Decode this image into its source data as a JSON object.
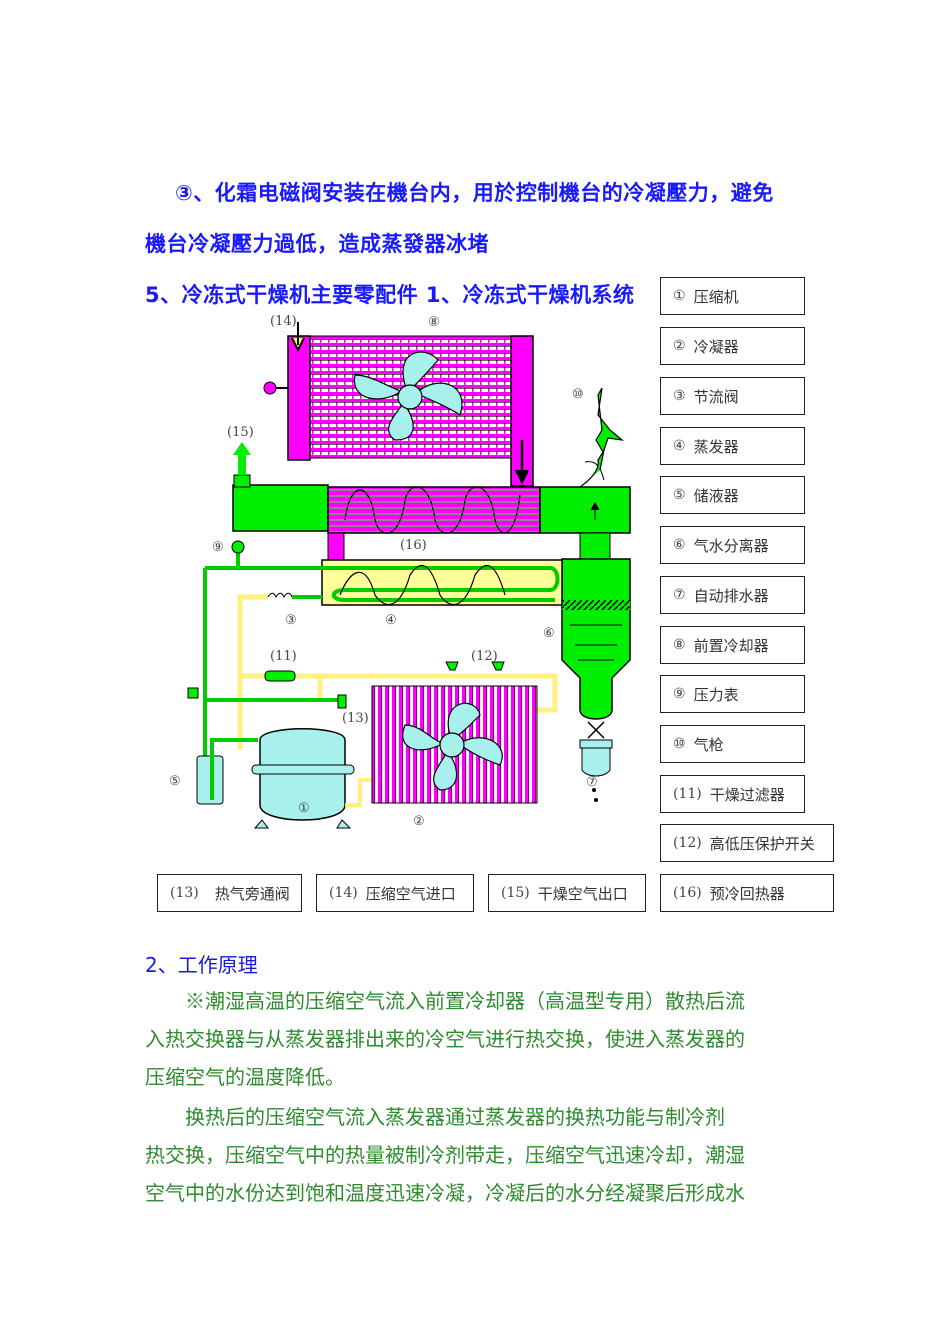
{
  "intro": {
    "line1": "③、化霜电磁阀安装在機台内，用於控制機台的冷凝壓力，避免",
    "line2": "機台冷凝壓力過低，造成蒸發器冰堵"
  },
  "section_heading": "5、冷冻式干燥机主要零配件 1、冷冻式干燥机系统",
  "diagram": {
    "labels": {
      "c1": "①",
      "c2": "②",
      "c3": "③",
      "c4": "④",
      "c5": "⑤",
      "c6": "⑥",
      "c7": "⑦",
      "c8": "⑧",
      "c9": "⑨",
      "c10": "⑩",
      "c11": "(11)",
      "c12": "(12)",
      "c13": "(13)",
      "c14": "(14)",
      "c15": "(15)",
      "c16": "(16)"
    },
    "colors": {
      "precooler": "#ff00ff",
      "air_path": "#00ee00",
      "evaporator": "#ffff99",
      "component_fill": "#a8f0ec",
      "refrigerant_line": "#fff080"
    }
  },
  "legend": {
    "right": [
      {
        "num": "①",
        "label": "压缩机"
      },
      {
        "num": "②",
        "label": "冷凝器"
      },
      {
        "num": "③",
        "label": "节流阀"
      },
      {
        "num": "④",
        "label": "蒸发器"
      },
      {
        "num": "⑤",
        "label": "储液器"
      },
      {
        "num": "⑥",
        "label": "气水分离器"
      },
      {
        "num": "⑦",
        "label": "自动排水器"
      },
      {
        "num": "⑧",
        "label": "前置冷却器"
      },
      {
        "num": "⑨",
        "label": "压力表"
      },
      {
        "num": "⑩",
        "label": "气枪"
      },
      {
        "num": "(11)",
        "label": "干燥过滤器"
      },
      {
        "num": "(12)",
        "label": "高低压保护开关"
      }
    ],
    "bottom": [
      {
        "num": "(13)",
        "label": "热气旁通阀"
      },
      {
        "num": "(14)",
        "label": "压缩空气进口"
      },
      {
        "num": "(15)",
        "label": "干燥空气出口"
      },
      {
        "num": "(16)",
        "label": "预冷回热器"
      }
    ]
  },
  "working_principle": {
    "heading": "2、工作原理",
    "para1": [
      "※潮湿高温的压缩空气流入前置冷却器（高温型专用）散热后流",
      "入热交换器与从蒸发器排出来的冷空气进行热交换，使进入蒸发器的",
      "压缩空气的温度降低。"
    ],
    "para2": [
      "换热后的压缩空气流入蒸发器通过蒸发器的换热功能与制冷剂",
      "热交换，压缩空气中的热量被制冷剂带走，压缩空气迅速冷却，潮湿",
      "空气中的水份达到饱和温度迅速冷凝，冷凝后的水分经凝聚后形成水"
    ]
  }
}
